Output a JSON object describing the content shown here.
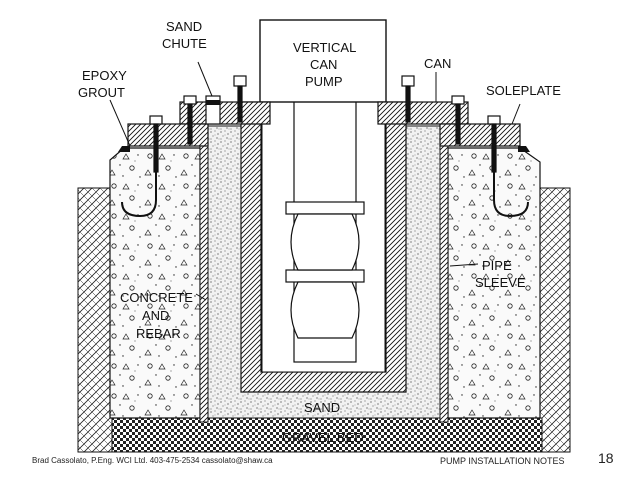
{
  "labels": {
    "sand_chute": [
      "SAND",
      "CHUTE"
    ],
    "vertical_can_pump": [
      "VERTICAL",
      "CAN",
      "PUMP"
    ],
    "can": "CAN",
    "epoxy_grout": [
      "EPOXY",
      "GROUT"
    ],
    "soleplate": "SOLEPLATE",
    "pipe_sleeve": [
      "PIPE",
      "SLEEVE"
    ],
    "concrete_and_rebar": [
      "CONCRETE",
      "AND",
      "REBAR"
    ],
    "sand": "SAND",
    "gravel_bed": "GRAVEL BED"
  },
  "footer": {
    "author": "Brad Cassolato, P.Eng.  WCI Ltd.  403-475-2534  cassolato@shaw.ca",
    "title": "PUMP INSTALLATION NOTES",
    "page": "18"
  }
}
